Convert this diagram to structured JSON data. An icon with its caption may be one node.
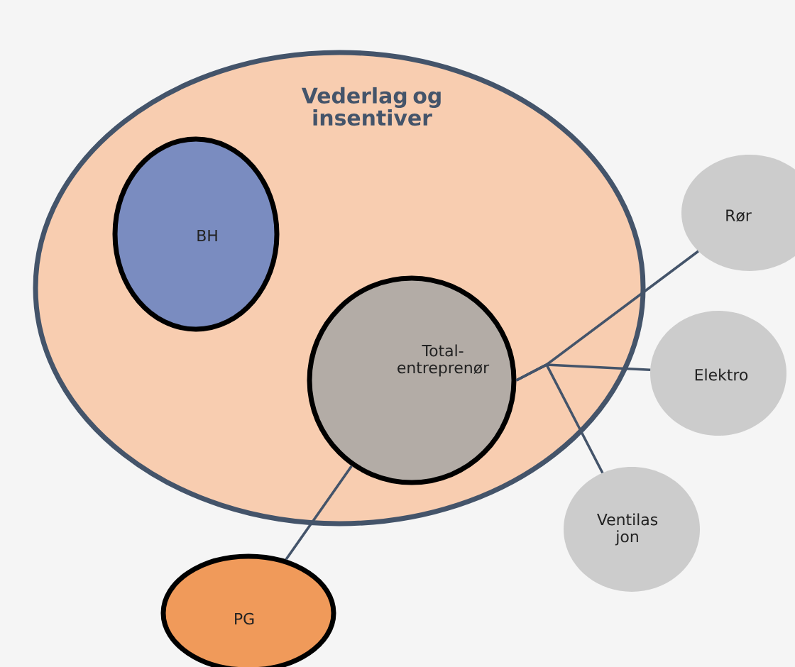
{
  "diagram": {
    "nodes": [
      {
        "text": [
          "Vederlag og insentiver"
        ]
      },
      {
        "text": [
          "BH"
        ],
        "in": 0
      },
      {
        "text": [
          "Total- entreprenør"
        ],
        "in": 0
      },
      {
        "text": [
          "Rør"
        ]
      },
      {
        "text": [
          "Elektro"
        ]
      },
      {
        "text": [
          "Ventilas jon"
        ]
      },
      {
        "text": [
          "PG"
        ]
      }
    ],
    "edges": [
      {
        "from": 2,
        "to": 3,
        "arrow": "none"
      },
      {
        "from": 2,
        "to": 4,
        "arrow": "none"
      },
      {
        "from": 2,
        "to": 5,
        "arrow": "none"
      },
      {
        "from": 2,
        "to": 6,
        "arrow": "none"
      }
    ]
  }
}
